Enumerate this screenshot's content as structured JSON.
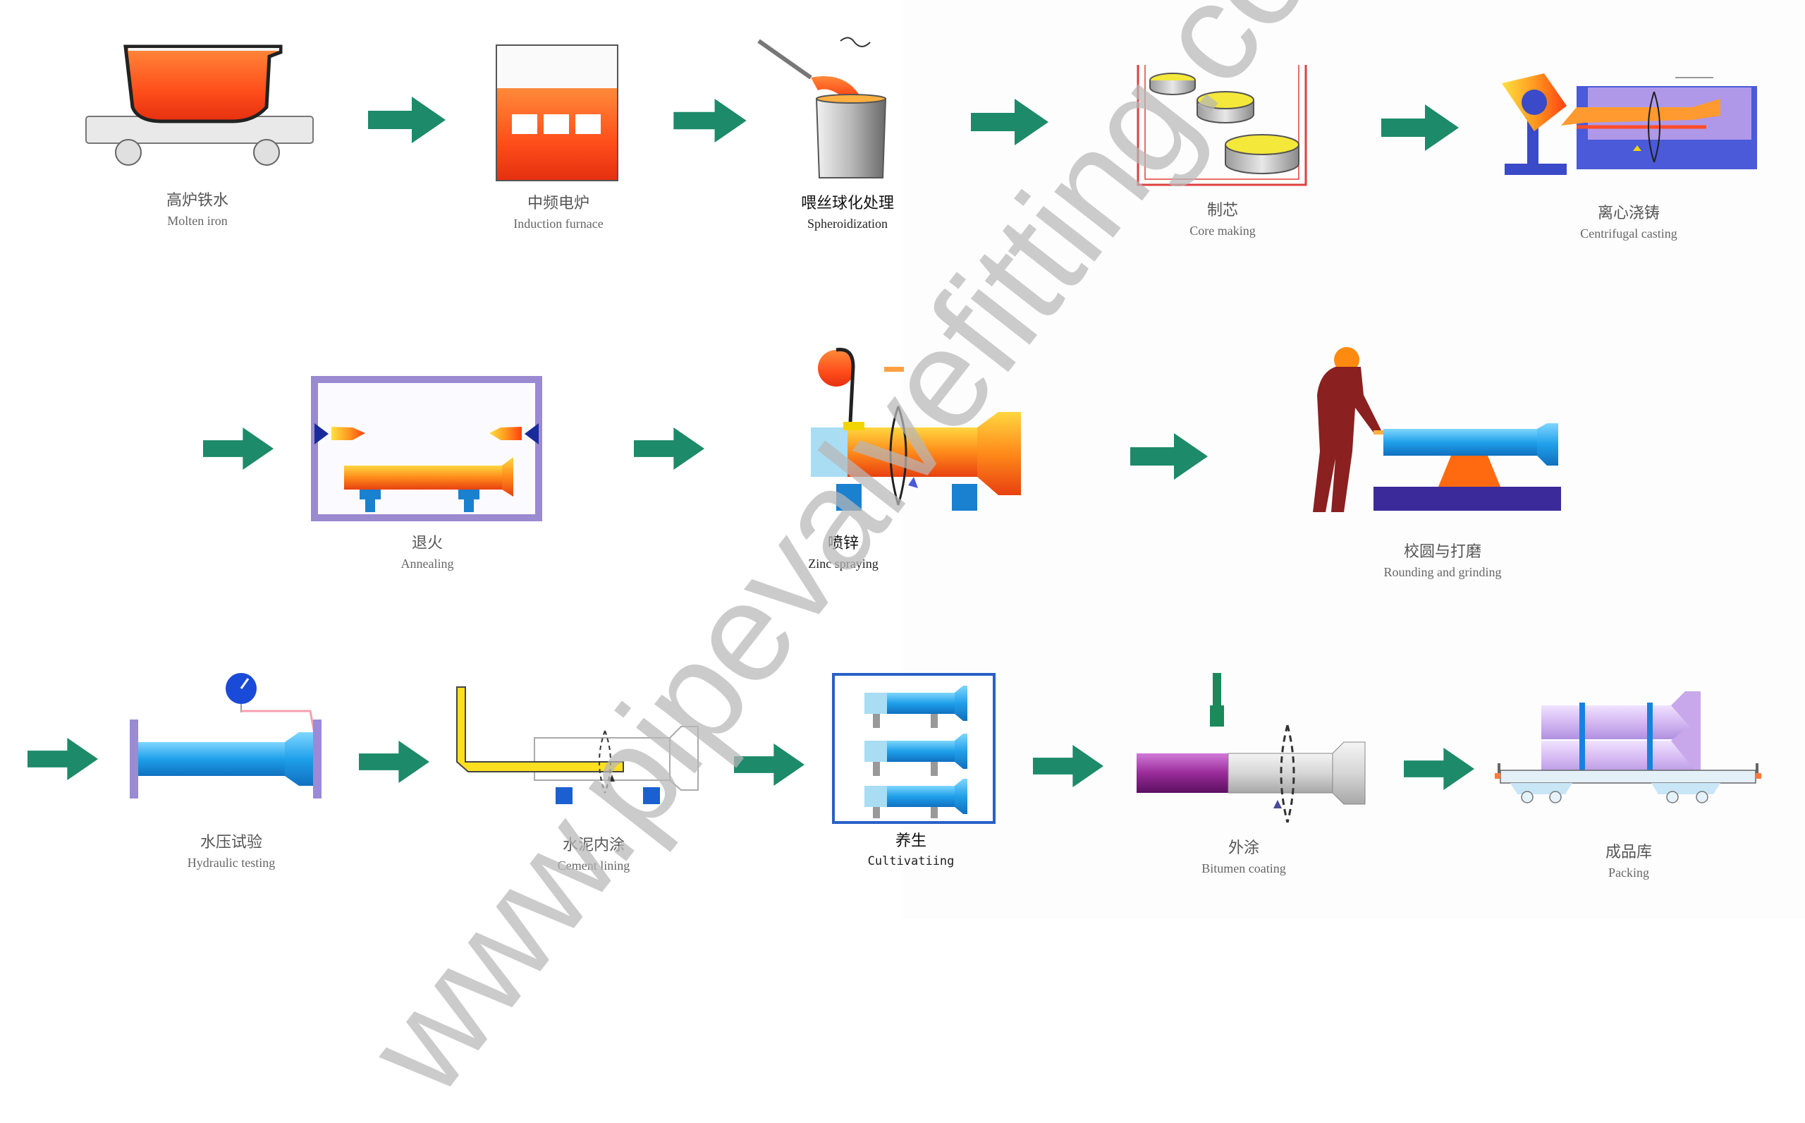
{
  "watermark": "www.pipevalvefitting.com",
  "steps": [
    {
      "zh": "高炉铁水",
      "en": "Molten iron"
    },
    {
      "zh": "中频电炉",
      "en": "Induction furnace"
    },
    {
      "zh": "喂丝球化处理",
      "en": "Spheroidization"
    },
    {
      "zh": "制芯",
      "en": "Core making"
    },
    {
      "zh": "离心浇铸",
      "en": "Centrifugal casting"
    },
    {
      "zh": "退火",
      "en": "Annealing"
    },
    {
      "zh": "喷锌",
      "en": "Zinc spraying"
    },
    {
      "zh": "校圆与打磨",
      "en": "Rounding and grinding"
    },
    {
      "zh": "水压试验",
      "en": "Hydraulic testing"
    },
    {
      "zh": "水泥内涂",
      "en": "Cement lining"
    },
    {
      "zh": "养生",
      "en": "Cultivatiing"
    },
    {
      "zh": "外涂",
      "en": "Bitumen coating"
    },
    {
      "zh": "成品库",
      "en": "Packing"
    }
  ],
  "colors": {
    "arrow": "#1d8a6a",
    "molten": "#ff5a1a",
    "pipe_blue": "#22a6e8",
    "base": "#3a2a9a"
  }
}
